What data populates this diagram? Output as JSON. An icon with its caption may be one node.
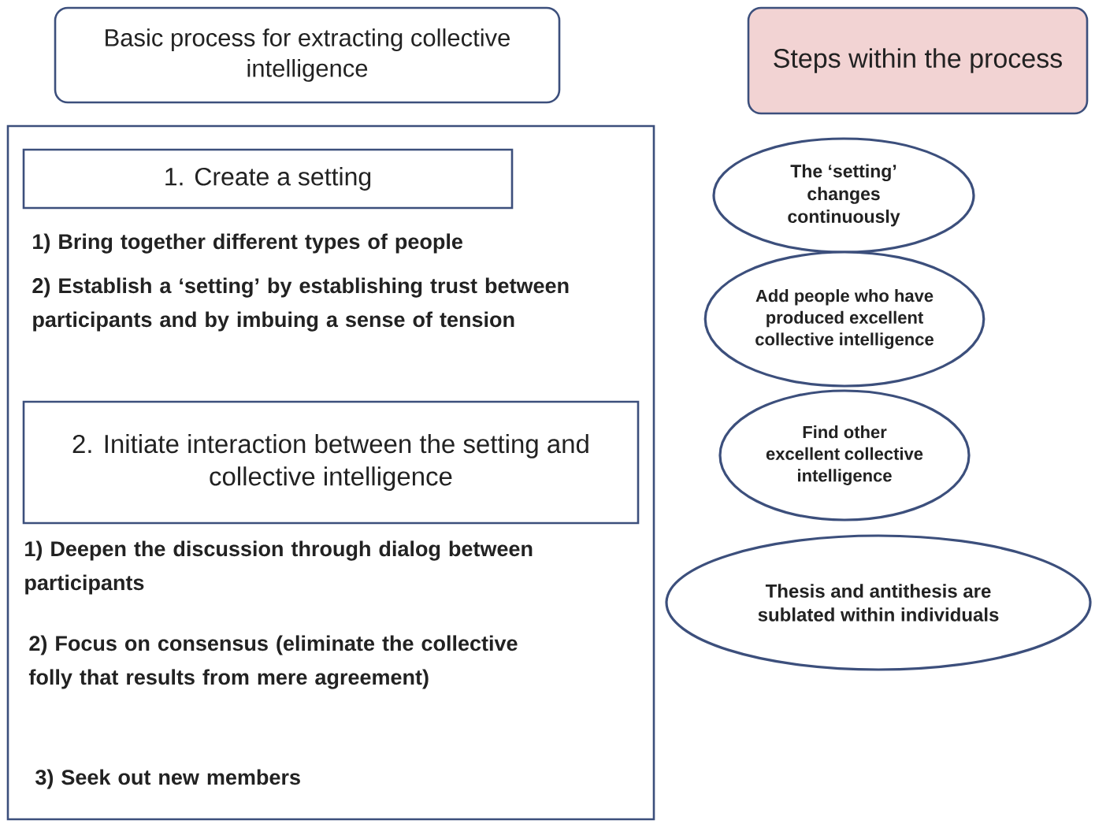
{
  "diagram": {
    "nodes": [
      {
        "text": [
          "Basic process for extracting collective intelligence"
        ]
      },
      {
        "text": [
          "Steps within the process"
        ]
      },
      {
        "text": [
          "1) Bring together different types of people",
          "2) Establish a ‘setting’ by establishing trust between participants and by imbuing a sense of tension",
          "1) Deepen the discussion through dialog between participants",
          "2) Focus on consensus (eliminate the collective folly that results from mere agreement)",
          "3) Seek out new members"
        ]
      },
      {
        "text": [
          "1. Create a setting"
        ],
        "in": 2
      },
      {
        "text": [
          "2. Initiate interaction between the setting and collective intelligence"
        ],
        "in": 2
      },
      {
        "text": [
          "The ‘setting’ changes continuously"
        ]
      },
      {
        "text": [
          "Add people who have produced excellent collective intelligence"
        ]
      },
      {
        "text": [
          "Find other excellent collective intelligence"
        ]
      },
      {
        "text": [
          "Thesis and antithesis are sublated within individuals"
        ]
      }
    ],
    "edges": []
  }
}
